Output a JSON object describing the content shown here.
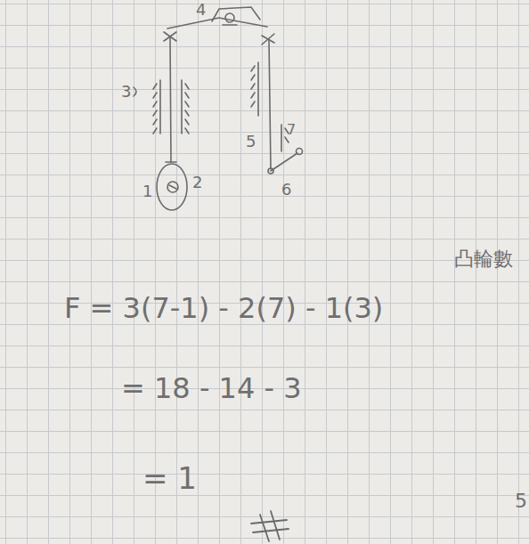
{
  "diagram": {
    "labels": [
      "4",
      "3",
      "1",
      "2",
      "5",
      "7",
      "6",
      "凸輪數",
      "F = 3(7-1) - 2(7) - 1(3)",
      "= 18 - 14 - 3",
      "= 1",
      "5"
    ]
  }
}
